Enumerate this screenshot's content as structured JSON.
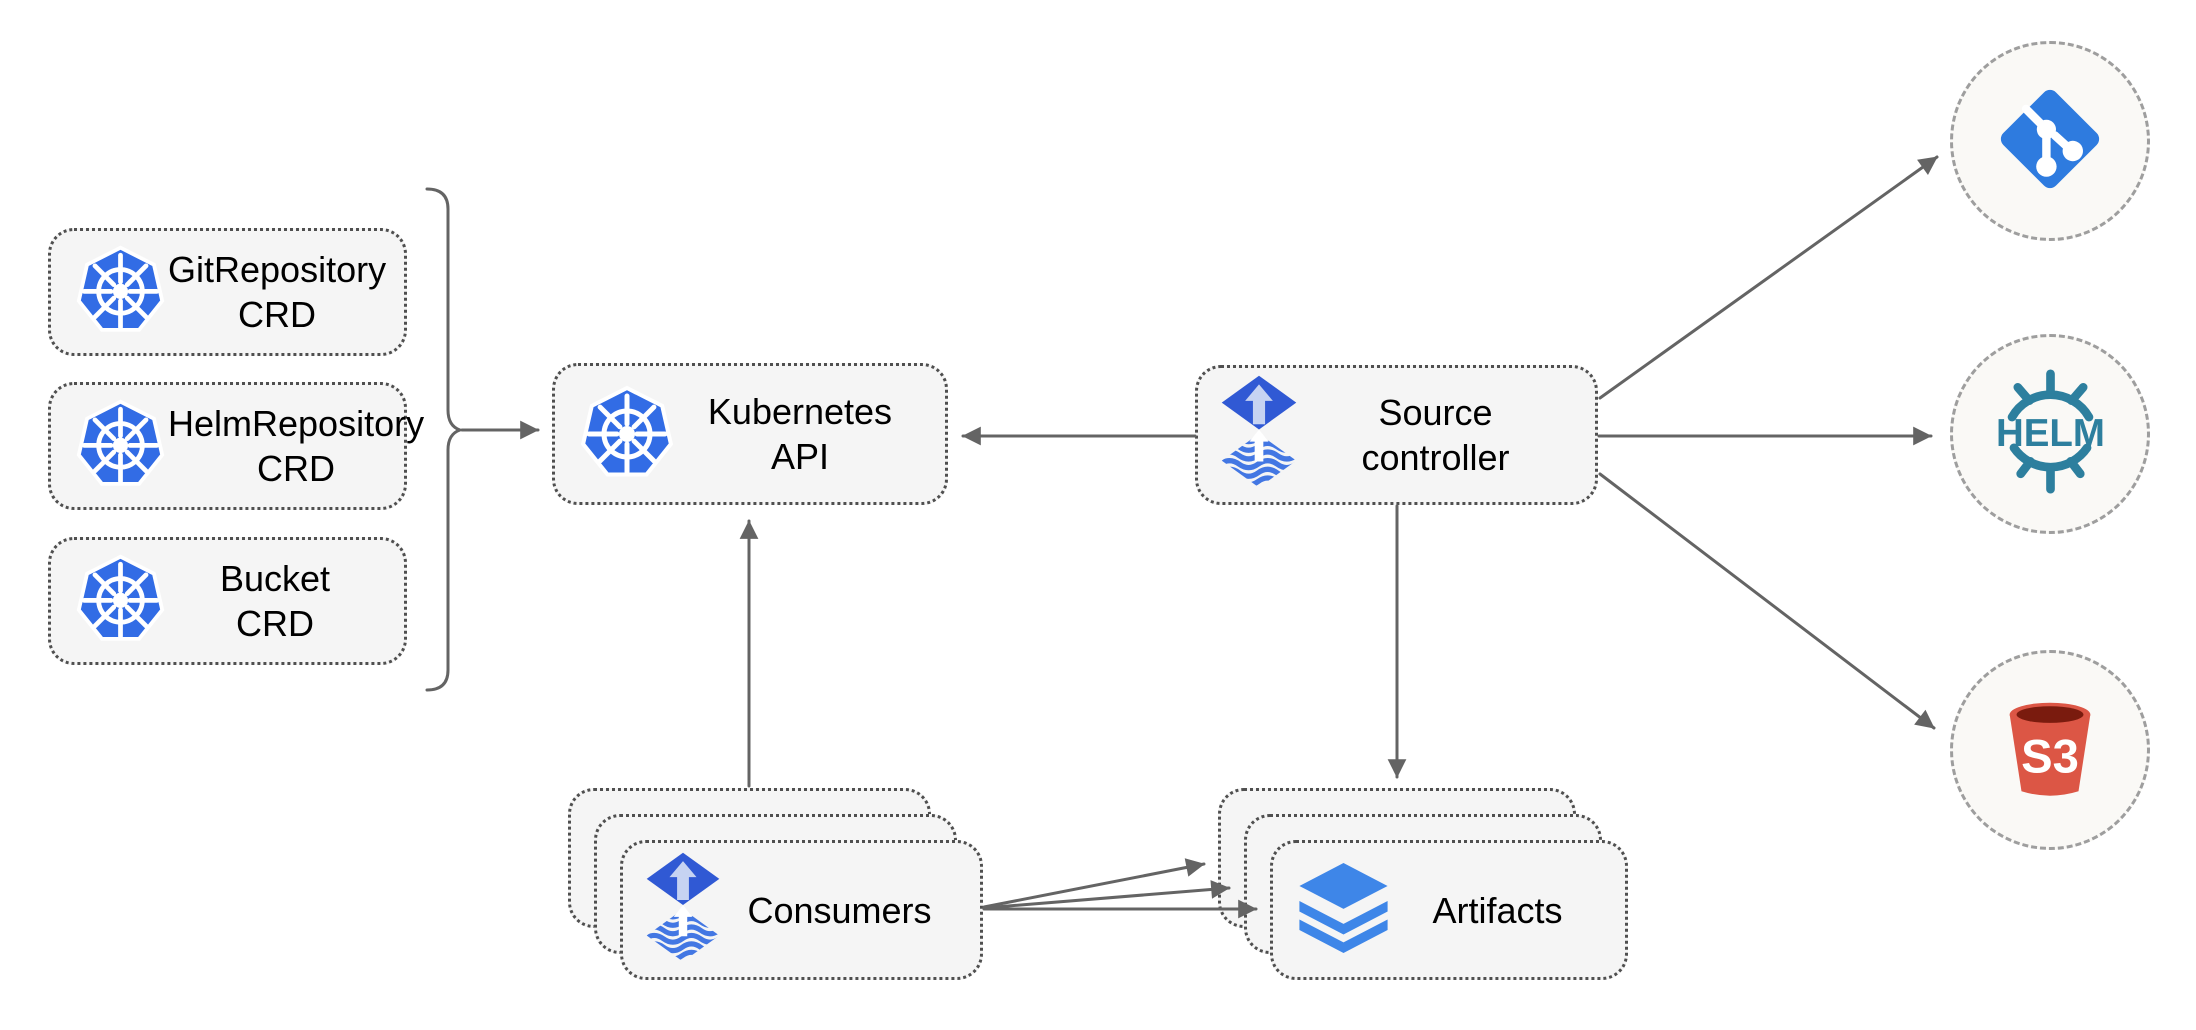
{
  "colors": {
    "node_fill": "#f5f5f5",
    "node_border": "#4f4f4f",
    "external_fill": "#faf9f6",
    "external_border": "#9e9e9e",
    "arrow": "#646464",
    "text": "#000000",
    "k8s_blue": "#326ce5",
    "flux_diamond": "#3059d4",
    "flux_arrow": "#c6d3f2",
    "flux_waves": "#4377e3",
    "git_blue": "#2e7bdf",
    "helm_teal": "#2d7f9e",
    "s3_red": "#dc5645",
    "s3_dark": "#7a1b0e",
    "layers_blue": "#3e86e8"
  },
  "nodes": {
    "git_repository_crd": {
      "label": "GitRepository\nCRD",
      "icon": "kubernetes-icon"
    },
    "helm_repository_crd": {
      "label": "HelmRepository\nCRD",
      "icon": "kubernetes-icon"
    },
    "bucket_crd": {
      "label": "Bucket\nCRD",
      "icon": "kubernetes-icon"
    },
    "kubernetes_api": {
      "label": "Kubernetes API",
      "icon": "kubernetes-icon"
    },
    "source_controller": {
      "label": "Source\ncontroller",
      "icon": "flux-icon"
    },
    "consumers": {
      "label": "Consumers",
      "icon": "flux-icon",
      "stacked": true
    },
    "artifacts": {
      "label": "Artifacts",
      "icon": "layers-icon",
      "stacked": true
    },
    "git_remote": {
      "label": "",
      "icon": "git-icon"
    },
    "helm_remote": {
      "label": "HELM",
      "icon": "helm-wheel-icon"
    },
    "s3_remote": {
      "label": "S3",
      "icon": "s3-bucket-icon"
    }
  },
  "edges": [
    {
      "from": "crd-group",
      "to": "kubernetes_api"
    },
    {
      "from": "source_controller",
      "to": "kubernetes_api"
    },
    {
      "from": "consumers",
      "to": "kubernetes_api"
    },
    {
      "from": "source_controller",
      "to": "artifacts"
    },
    {
      "from": "consumers",
      "to": "artifacts"
    },
    {
      "from": "consumers",
      "to": "artifacts"
    },
    {
      "from": "consumers",
      "to": "artifacts"
    },
    {
      "from": "source_controller",
      "to": "git_remote"
    },
    {
      "from": "source_controller",
      "to": "helm_remote"
    },
    {
      "from": "source_controller",
      "to": "s3_remote"
    }
  ]
}
